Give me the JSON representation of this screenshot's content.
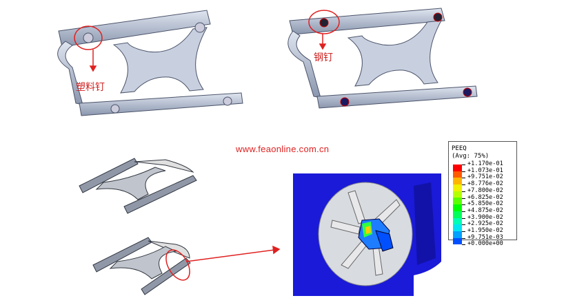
{
  "annotations": {
    "plastic_pin_label": "塑料钉",
    "steel_pin_label": "钢钉",
    "watermark_url": "www.feaonline.com.cn"
  },
  "legend": {
    "variable": "PEEQ",
    "averaging": "(Avg: 75%)",
    "values": [
      "+1.170e-01",
      "+1.073e-01",
      "+9.751e-02",
      "+8.776e-02",
      "+7.800e-02",
      "+6.825e-02",
      "+5.850e-02",
      "+4.875e-02",
      "+3.900e-02",
      "+2.925e-02",
      "+1.950e-02",
      "+9.751e-03",
      "+0.000e+00"
    ],
    "colors": [
      "#ff0000",
      "#ff5a00",
      "#ffb400",
      "#f0f000",
      "#b4ff00",
      "#5aff00",
      "#00ff00",
      "#00ff5a",
      "#00ffb4",
      "#00e6f0",
      "#00a0ff",
      "#0050ff",
      "#0000ff"
    ]
  },
  "colors": {
    "accent": "#e02020",
    "model_blue": "#1a1ad8",
    "metal": "#aab4c8"
  }
}
